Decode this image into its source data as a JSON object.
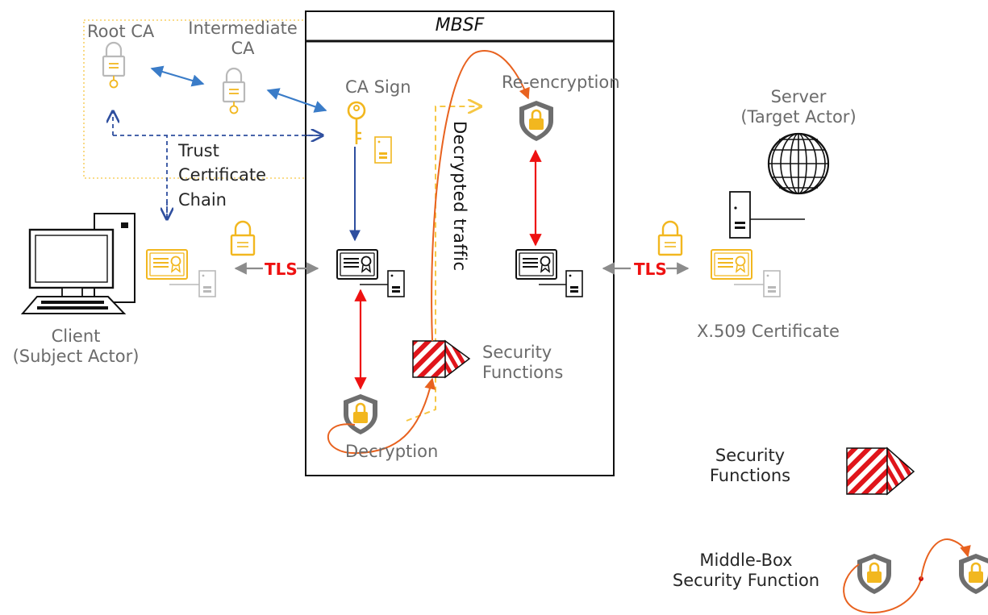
{
  "labels": {
    "root_ca": "Root CA",
    "intermediate_ca": "Intermediate\nCA",
    "ca_sign": "CA Sign",
    "mbsf": "MBSF",
    "re_encryption": "Re-encryption",
    "server": "Server\n(Target Actor)",
    "trust_chain": "Trust\nCertificate\nChain",
    "decrypted_traffic": "Decrypted  traffic",
    "tls_left": "TLS",
    "tls_right": "TLS",
    "client": "Client\n(Subject Actor)",
    "x509": "X.509 Certificate",
    "security_functions": "Security\nFunctions",
    "decryption": "Decryption"
  },
  "legend": {
    "security_functions": "Security\nFunctions",
    "middle_box": "Middle-Box\nSecurity Function"
  },
  "colors": {
    "blue_arrow": "#3a7cc8",
    "dark_blue": "#2f4f9f",
    "red_arrow": "#ee1111",
    "orange": "#e8621f",
    "yellow": "#f6c744",
    "gray_arrow": "#8c8c8c",
    "gold_icon": "#f2b71f"
  },
  "icons": {
    "lock": "lock-icon",
    "key": "key-icon",
    "shield": "shield-lock-icon",
    "certificate": "certificate-icon",
    "globe": "globe-icon",
    "computer": "computer-icon",
    "server": "server-icon",
    "security_function": "striped-cube-icon"
  }
}
